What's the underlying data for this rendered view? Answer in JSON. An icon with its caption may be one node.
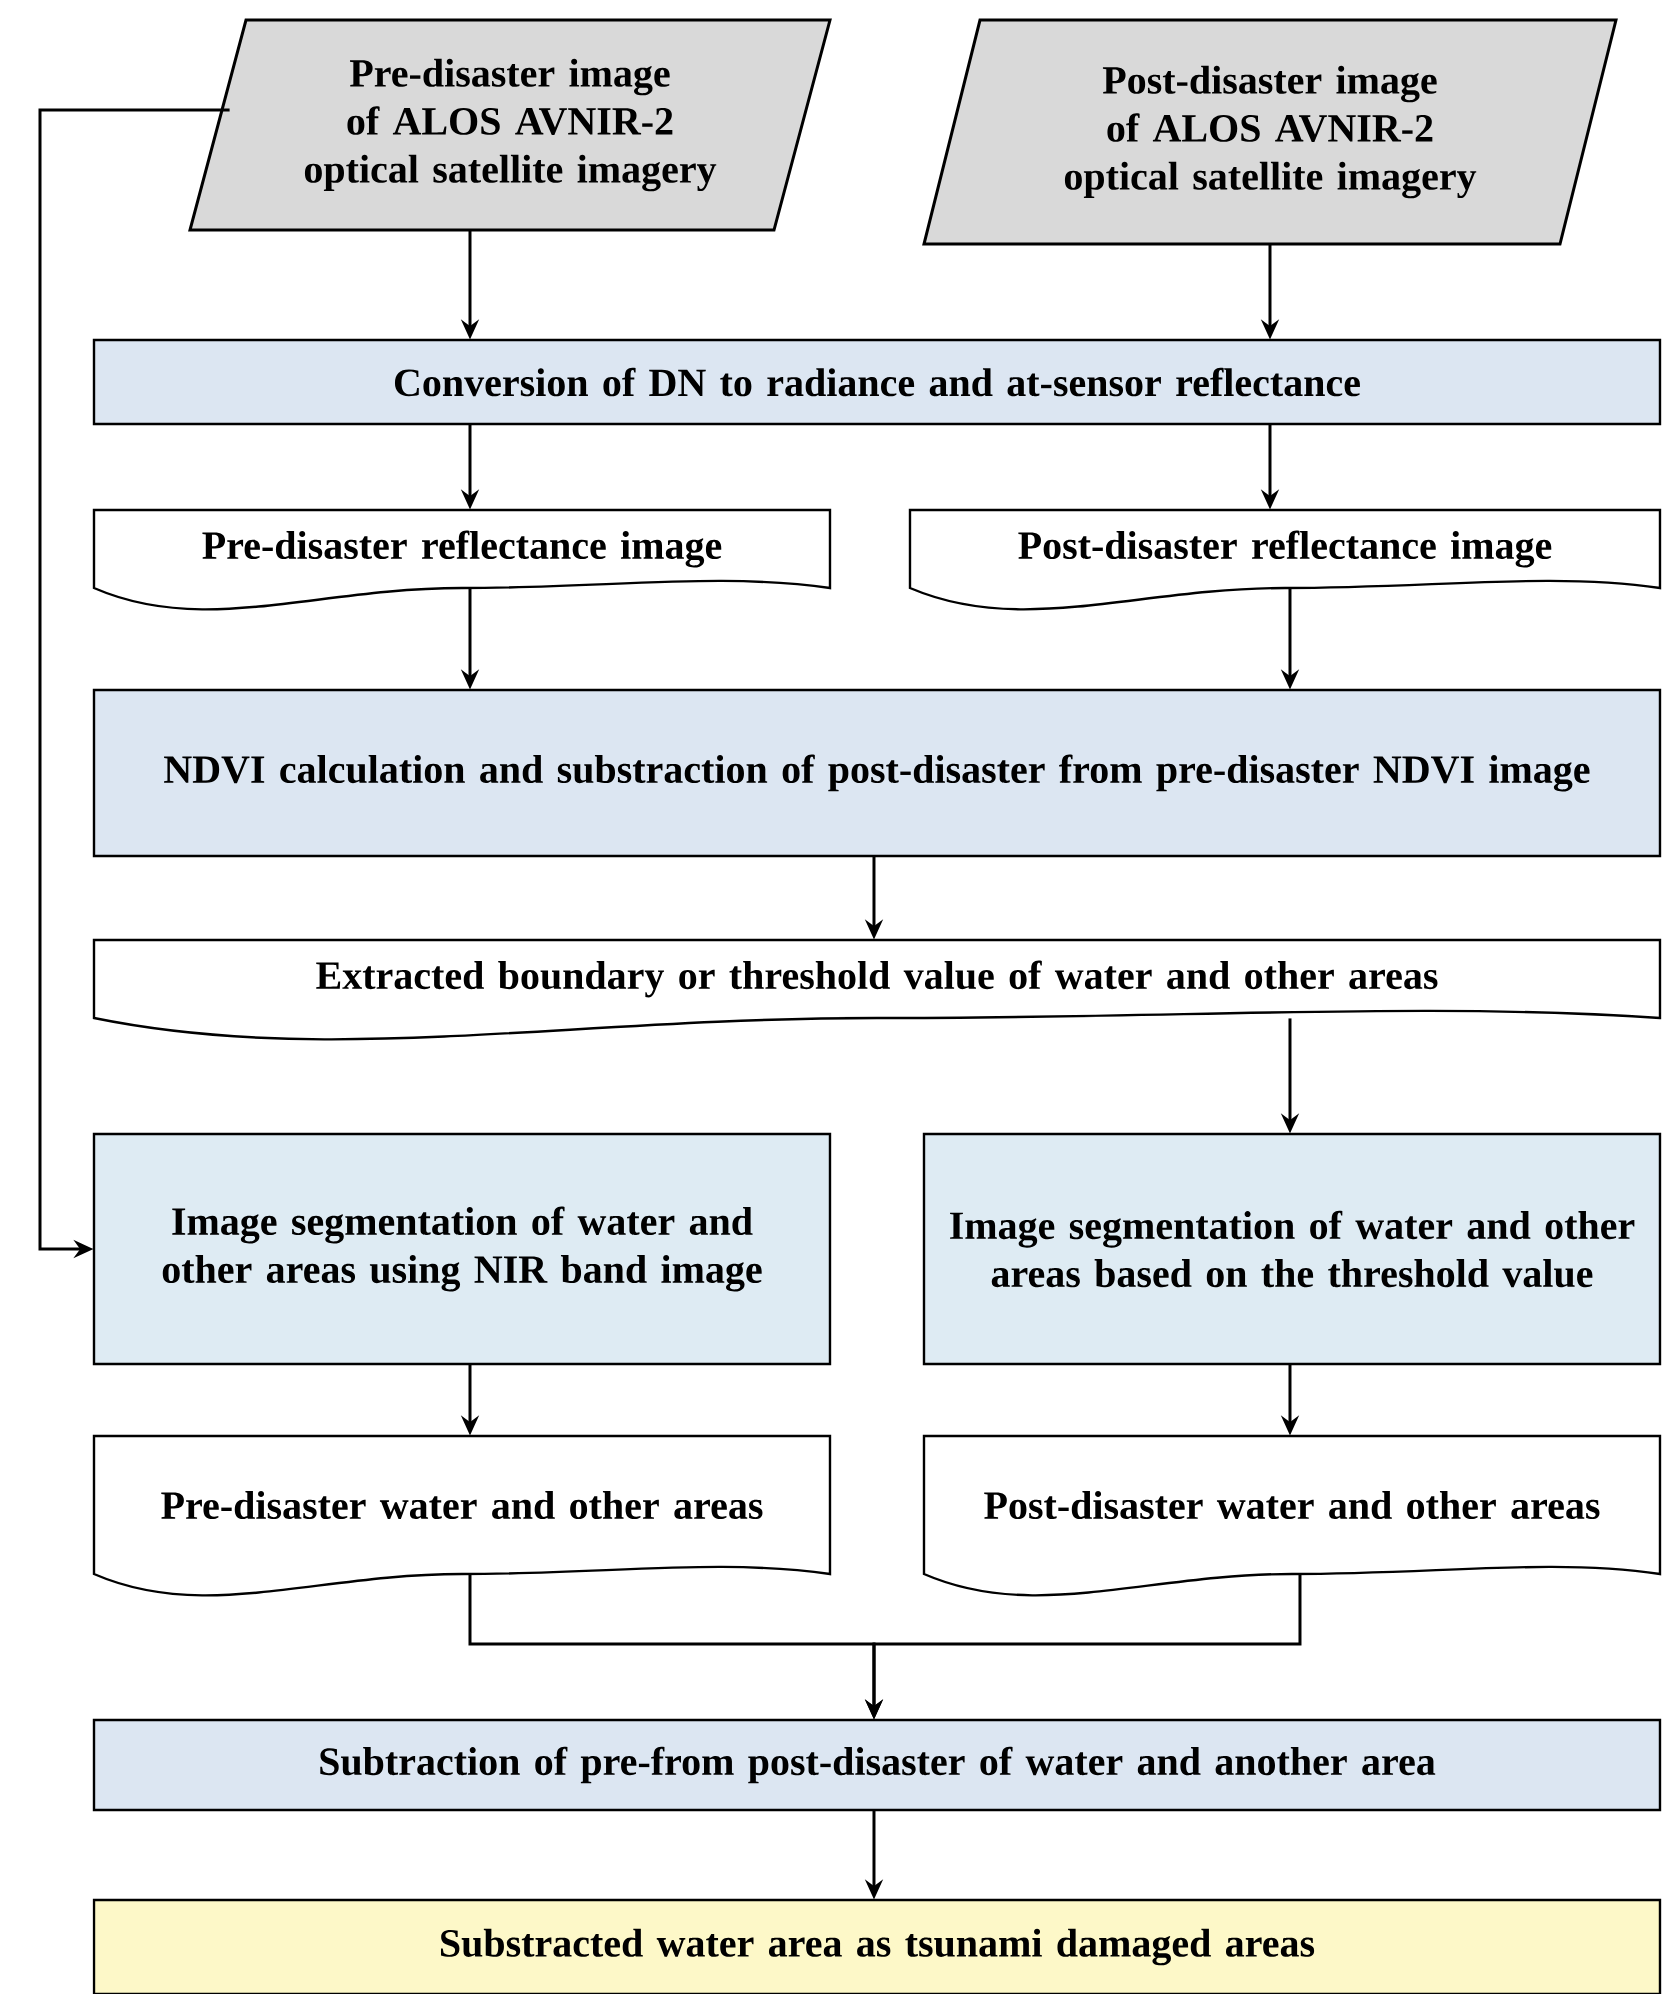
{
  "diagram": {
    "nodes": [
      {
        "text": [
          "Pre-disaster image of ALOS AVNIR-2 optical satellite imagery"
        ]
      },
      {
        "text": [
          "Post-disaster image of ALOS AVNIR-2 optical satellite imagery"
        ]
      },
      {
        "text": [
          "Conversion of DN to radiance and at-sensor reflectance"
        ]
      },
      {
        "text": [
          "Pre-disaster reflectance image"
        ]
      },
      {
        "text": [
          "Post-disaster reflectance image"
        ]
      },
      {
        "text": [
          "NDVI calculation and substraction of post-disaster from pre-disaster NDVI image"
        ]
      },
      {
        "text": [
          "Extracted boundary or threshold value of water and other areas"
        ]
      },
      {
        "text": [
          "Image segmentation of water and other areas using NIR band image"
        ]
      },
      {
        "text": [
          "Image segmentation of water and other areas based on the threshold value"
        ]
      },
      {
        "text": [
          "Pre-disaster water and other areas"
        ]
      },
      {
        "text": [
          "Post-disaster water and other areas"
        ]
      },
      {
        "text": [
          "Subtraction of pre-from post-disaster of water and another area"
        ]
      },
      {
        "text": [
          "Substracted water area as tsunami damaged areas"
        ]
      }
    ],
    "edges": [
      {
        "from": 0,
        "to": 2,
        "arrow": "to"
      },
      {
        "from": 1,
        "to": 2,
        "arrow": "to"
      },
      {
        "from": 2,
        "to": 3,
        "arrow": "to"
      },
      {
        "from": 2,
        "to": 4,
        "arrow": "to"
      },
      {
        "from": 3,
        "to": 5,
        "arrow": "to"
      },
      {
        "from": 4,
        "to": 5,
        "arrow": "to"
      },
      {
        "from": 5,
        "to": 6,
        "arrow": "to"
      },
      {
        "from": 6,
        "to": 8,
        "arrow": "to"
      },
      {
        "from": 0,
        "to": 7,
        "arrow": "to"
      },
      {
        "from": 7,
        "to": 9,
        "arrow": "to"
      },
      {
        "from": 8,
        "to": 10,
        "arrow": "to"
      },
      {
        "from": 9,
        "to": 11,
        "arrow": "to"
      },
      {
        "from": 10,
        "to": 11,
        "arrow": "to"
      },
      {
        "from": 11,
        "to": 12,
        "arrow": "to"
      }
    ]
  }
}
